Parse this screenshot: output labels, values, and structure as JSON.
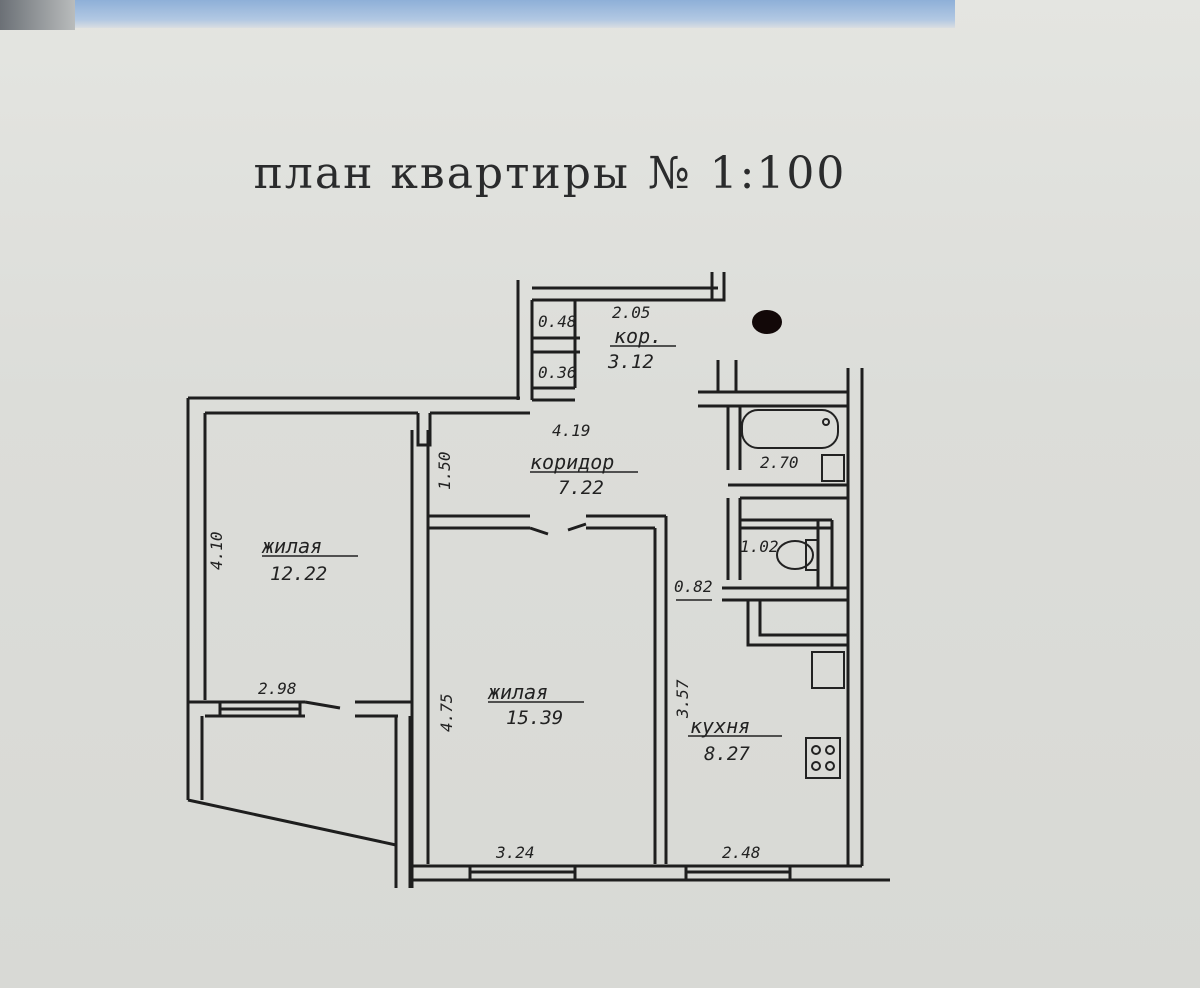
{
  "title": {
    "text": "план квартиры",
    "number_sign": "№",
    "scale": "1:100"
  },
  "rooms": {
    "living_small": {
      "name": "жилая",
      "area": "12.22"
    },
    "living_large": {
      "name": "жилая",
      "area": "15.39"
    },
    "corridor": {
      "name": "коридор",
      "area": "7.22"
    },
    "kor_small": {
      "name": "кор.",
      "area": "3.12"
    },
    "kitchen": {
      "name": "кухня",
      "area": "8.27"
    },
    "bathroom": {
      "area": "2.70"
    },
    "toilet": {
      "area": "1.02"
    },
    "closet_top": {
      "area": "0.48"
    },
    "closet_bottom": {
      "area": "0.36"
    }
  },
  "dimensions": {
    "kor_width": "2.05",
    "corridor_length": "4.19",
    "corridor_width": "1.50",
    "living_small_depth": "4.10",
    "living_small_width": "2.98",
    "living_large_depth": "4.75",
    "living_large_width": "3.24",
    "kitchen_depth": "3.57",
    "kitchen_width": "2.48",
    "kitchen_gap": "0.82"
  },
  "colors": {
    "paper": "#dcddd9",
    "ink": "#222222",
    "strip": "#7fa6d6"
  }
}
